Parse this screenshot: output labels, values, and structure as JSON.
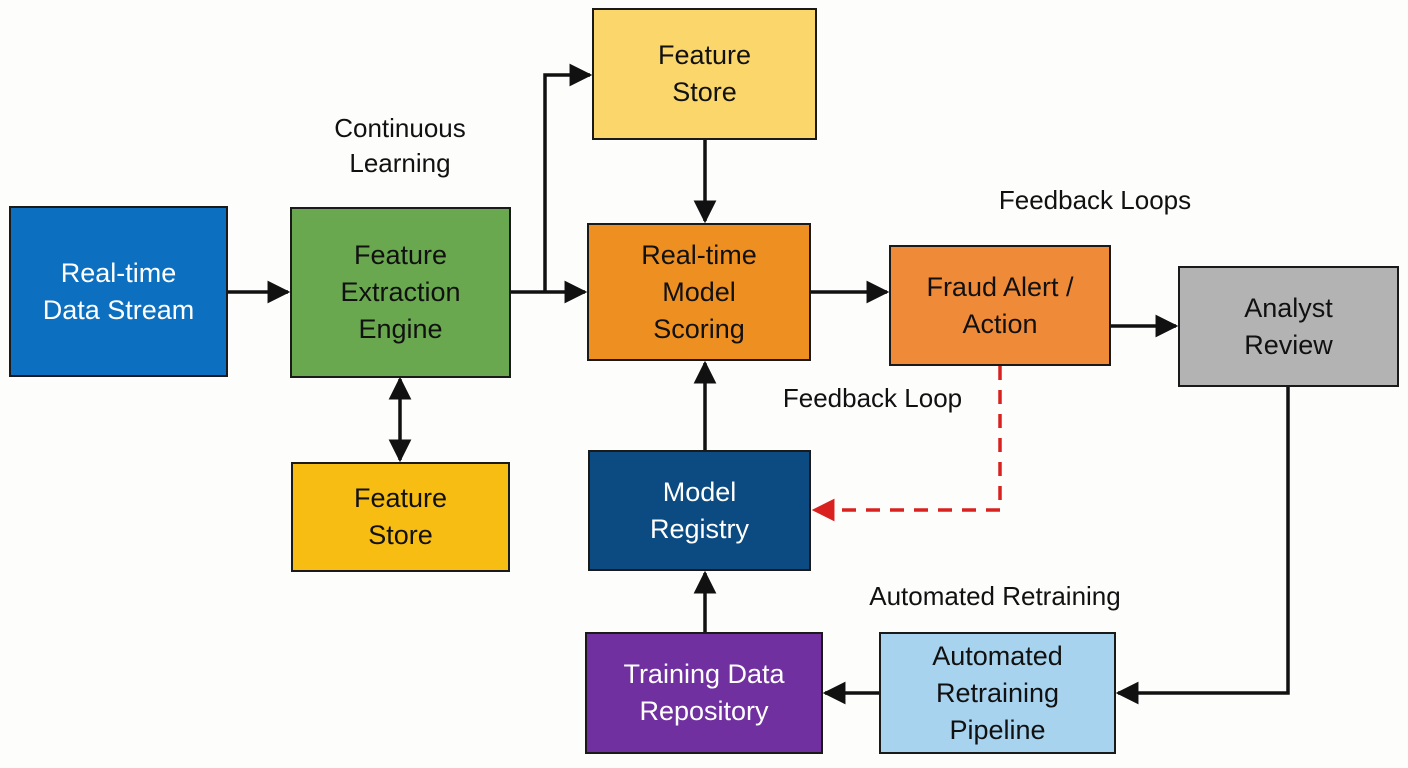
{
  "diagram": {
    "nodes": {
      "data_stream": {
        "label": "Real-time\nData Stream",
        "fill": "#0d6fbf",
        "text_color": "#ffffff"
      },
      "feature_extraction": {
        "label": "Feature\nExtraction\nEngine",
        "fill": "#6aa84f",
        "text_color": "#111111"
      },
      "feature_store_top": {
        "label": "Feature\nStore",
        "fill": "#fad66b",
        "text_color": "#111111"
      },
      "feature_store_bottom": {
        "label": "Feature\nStore",
        "fill": "#f7bd12",
        "text_color": "#111111"
      },
      "model_scoring": {
        "label": "Real-time\nModel\nScoring",
        "fill": "#ee8f21",
        "text_color": "#111111"
      },
      "fraud_alert": {
        "label": "Fraud Alert /\nAction",
        "fill": "#ef8a38",
        "text_color": "#111111"
      },
      "analyst_review": {
        "label": "Analyst\nReview",
        "fill": "#b3b3b3",
        "text_color": "#111111"
      },
      "model_registry": {
        "label": "Model\nRegistry",
        "fill": "#0c4a82",
        "text_color": "#ffffff"
      },
      "training_repo": {
        "label": "Training Data\nRepository",
        "fill": "#7030a0",
        "text_color": "#ffffff"
      },
      "retraining_pipeline": {
        "label": "Automated\nRetraining\nPipeline",
        "fill": "#a7d3ee",
        "text_color": "#111111"
      }
    },
    "annotations": {
      "continuous_learning": "Continuous\nLearning",
      "feedback_loops": "Feedback Loops",
      "feedback_loop": "Feedback Loop",
      "automated_retraining": "Automated Retraining"
    },
    "edges": [
      {
        "from": "data_stream",
        "to": "feature_extraction",
        "style": "solid"
      },
      {
        "from": "feature_extraction",
        "to": "model_scoring",
        "style": "solid"
      },
      {
        "from": "feature_extraction",
        "to": "feature_store_top",
        "style": "solid"
      },
      {
        "from": "feature_store_top",
        "to": "model_scoring",
        "style": "solid"
      },
      {
        "from": "feature_extraction",
        "to": "feature_store_bottom",
        "style": "bidirectional"
      },
      {
        "from": "model_scoring",
        "to": "fraud_alert",
        "style": "solid"
      },
      {
        "from": "fraud_alert",
        "to": "analyst_review",
        "style": "solid"
      },
      {
        "from": "fraud_alert",
        "to": "model_registry",
        "style": "dashed"
      },
      {
        "from": "model_registry",
        "to": "model_scoring",
        "style": "solid"
      },
      {
        "from": "analyst_review",
        "to": "retraining_pipeline",
        "style": "solid"
      },
      {
        "from": "retraining_pipeline",
        "to": "training_repo",
        "style": "solid"
      },
      {
        "from": "training_repo",
        "to": "model_registry",
        "style": "solid"
      }
    ],
    "colors": {
      "edge": "#111111",
      "feedback_edge": "#d9211f",
      "border": "#1a1a1a"
    }
  }
}
